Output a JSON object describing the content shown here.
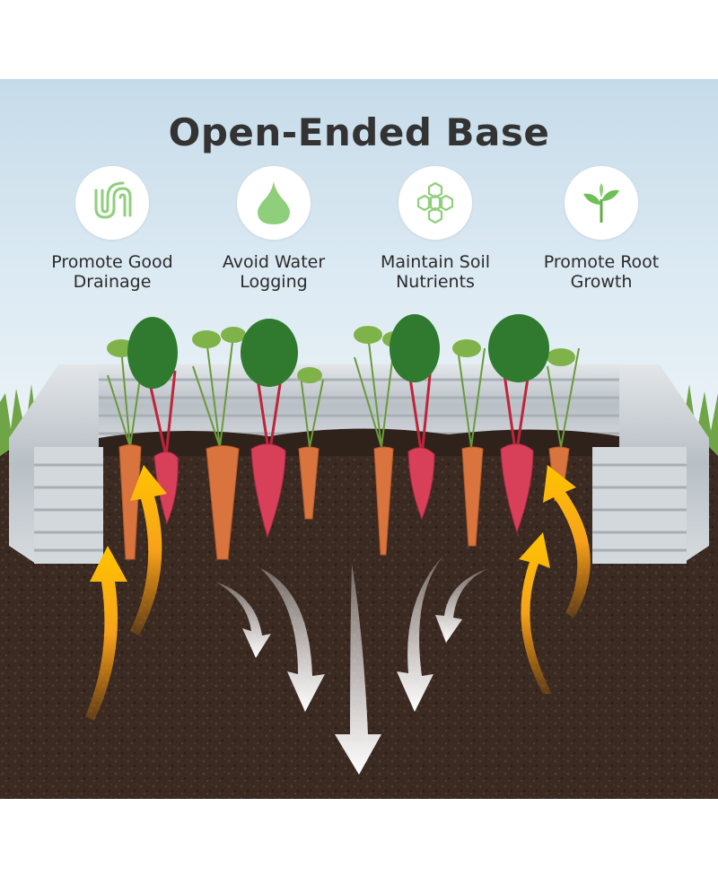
{
  "title": "Open-Ended Base",
  "features": [
    {
      "label": "Promote Good\nDrainage",
      "icon": "drainage-pipe-icon"
    },
    {
      "label": "Avoid Water\nLogging",
      "icon": "water-drop-icon"
    },
    {
      "label": "Maintain Soil\nNutrients",
      "icon": "hexagon-molecule-icon"
    },
    {
      "label": "Promote Root\nGrowth",
      "icon": "sprout-icon"
    }
  ],
  "colors": {
    "title": "#333333",
    "icon_green": "#8fcf7b",
    "soil": "#3a2a22",
    "sky": "#d4e6f2",
    "arrow_orange": "#f7a21b",
    "arrow_white": "#ffffff",
    "metal": "#c9ced2"
  }
}
